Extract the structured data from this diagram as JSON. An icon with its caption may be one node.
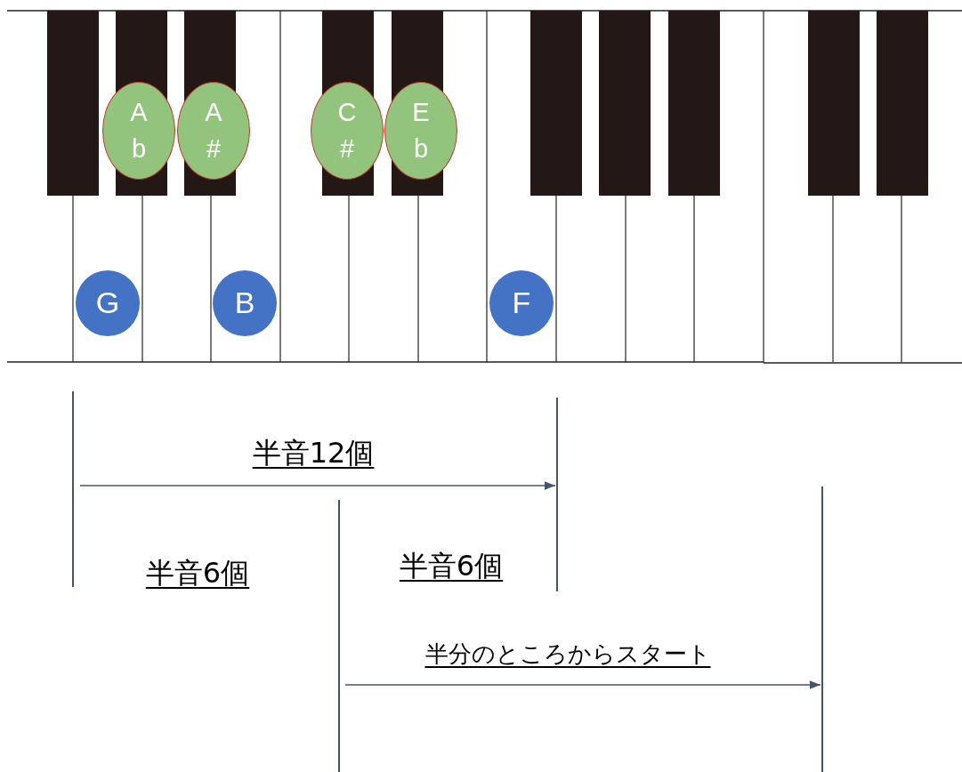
{
  "diagram": {
    "nodes": [
      {
        "text": [
          "A b"
        ]
      },
      {
        "text": [
          "A #"
        ]
      },
      {
        "text": [
          "C #"
        ]
      },
      {
        "text": [
          "E b"
        ]
      },
      {
        "text": [
          "G"
        ]
      },
      {
        "text": [
          "B"
        ]
      },
      {
        "text": [
          "F"
        ]
      }
    ],
    "labels": [
      "半音12個",
      "半音6個",
      "半音6個",
      "半分のところからスタート"
    ]
  }
}
